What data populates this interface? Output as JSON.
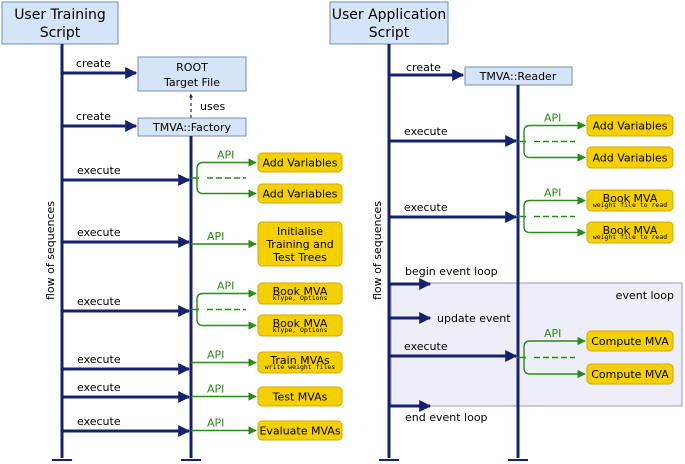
{
  "colors": {
    "line": "#16216e",
    "api_green": "#2a8a1a",
    "box_yellow": "#f5d000",
    "header_blue": "#d6e4f7",
    "event_loop_bg": "#eeeef8"
  },
  "left": {
    "header": [
      "User Training",
      "Script"
    ],
    "flow_label": "flow of sequences",
    "root_box": [
      "ROOT",
      "Target File"
    ],
    "factory_box": "TMVA::Factory",
    "uses_label": "uses",
    "create1": "create",
    "create2": "create",
    "api": "API",
    "steps": [
      {
        "label": "execute",
        "boxes": [
          {
            "title": "Add Variables",
            "sub": ""
          },
          {
            "title": "Add Variables",
            "sub": ""
          }
        ]
      },
      {
        "label": "execute",
        "boxes": [
          {
            "title": "Initialise Training and Test Trees",
            "lines": [
              "Initialise",
              "Training and",
              "Test Trees"
            ],
            "sub": ""
          }
        ]
      },
      {
        "label": "execute",
        "boxes": [
          {
            "title": "Book MVA",
            "sub": "kType, Options"
          },
          {
            "title": "Book MVA",
            "sub": "kType, Options"
          }
        ]
      },
      {
        "label": "execute",
        "boxes": [
          {
            "title": "Train MVAs",
            "sub": "write weight files"
          }
        ]
      },
      {
        "label": "execute",
        "boxes": [
          {
            "title": "Test MVAs",
            "sub": ""
          }
        ]
      },
      {
        "label": "execute",
        "boxes": [
          {
            "title": "Evaluate MVAs",
            "sub": ""
          }
        ]
      }
    ]
  },
  "right": {
    "header": [
      "User Application",
      "Script"
    ],
    "flow_label": "flow of sequences",
    "reader_box": "TMVA::Reader",
    "create": "create",
    "api": "API",
    "begin_loop": "begin event loop",
    "end_loop": "end event loop",
    "event_loop": "event loop",
    "update_event": "update event",
    "steps": [
      {
        "label": "execute",
        "boxes": [
          {
            "title": "Add Variables",
            "sub": ""
          },
          {
            "title": "Add Variables",
            "sub": ""
          }
        ]
      },
      {
        "label": "execute",
        "boxes": [
          {
            "title": "Book MVA",
            "sub": "weight file to read"
          },
          {
            "title": "Book MVA",
            "sub": "weight file to read"
          }
        ]
      },
      {
        "label": "execute",
        "boxes": [
          {
            "title": "Compute MVA",
            "sub": ""
          },
          {
            "title": "Compute MVA",
            "sub": ""
          }
        ]
      }
    ]
  }
}
